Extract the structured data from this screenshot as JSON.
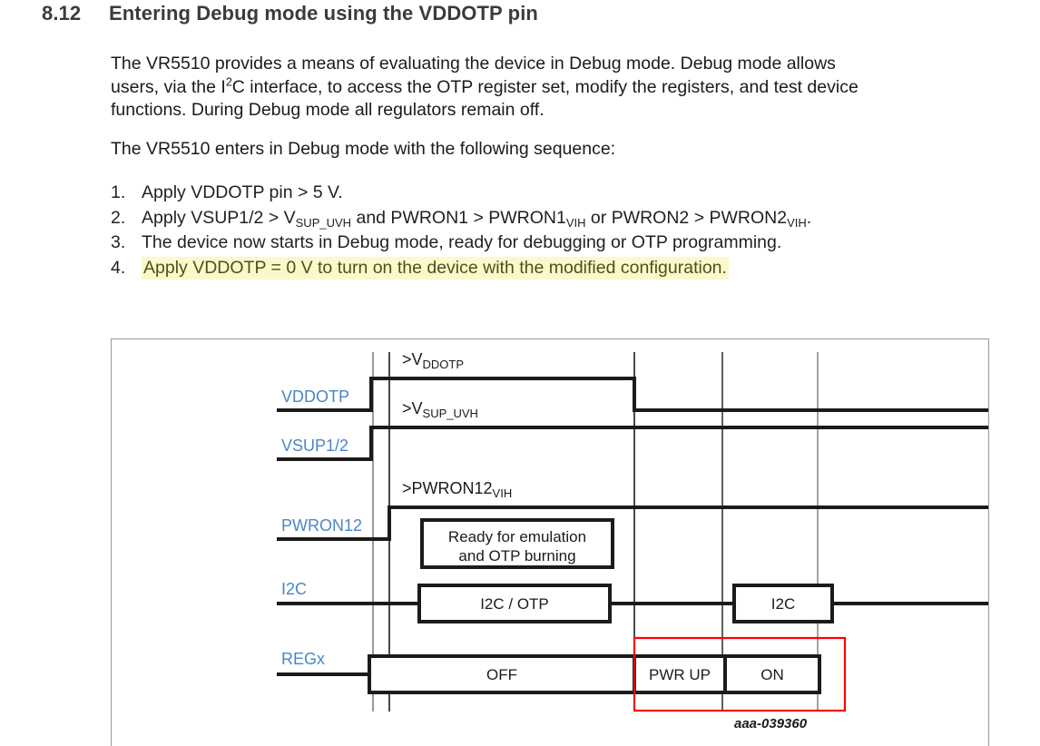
{
  "heading": {
    "number": "8.12",
    "title": "Entering Debug mode using the VDDOTP pin"
  },
  "paragraphs": {
    "p1_a": "The VR5510 provides a means of evaluating the device in Debug mode. Debug mode allows users, via the I",
    "p1_sup": "2",
    "p1_b": "C interface, to access the OTP register set, modify the registers, and test device functions. During Debug mode all regulators remain off.",
    "p2": "The VR5510 enters in Debug mode with the following sequence:"
  },
  "steps": [
    {
      "num": "1.",
      "text": "Apply VDDOTP pin > 5 V."
    },
    {
      "num": "2.",
      "text_a": "Apply VSUP1/2 > V",
      "sub_a": "SUP_UVH",
      "text_b": " and PWRON1 > PWRON1",
      "sub_b": "VIH",
      "text_c": " or PWRON2 > PWRON2",
      "sub_c": "VIH",
      "text_d": "."
    },
    {
      "num": "3.",
      "text": "The device now starts in Debug mode, ready for debugging or OTP programming."
    },
    {
      "num": "4.",
      "text": "Apply VDDOTP = 0 V to turn on the device with the modified configuration.",
      "highlighted": true
    }
  ],
  "figure": {
    "id_text": "aaa-039360",
    "signals": [
      {
        "name": "VDDOTP",
        "threshold_prefix": ">V",
        "threshold_sub": "DDOTP"
      },
      {
        "name": "VSUP1/2",
        "threshold_prefix": ">V",
        "threshold_sub": "SUP_UVH"
      },
      {
        "name": "PWRON12",
        "threshold_prefix": ">PWRON12",
        "threshold_sub": "VIH"
      },
      {
        "name": "I2C",
        "threshold_prefix": "",
        "threshold_sub": ""
      },
      {
        "name": "REGx",
        "threshold_prefix": "",
        "threshold_sub": ""
      }
    ],
    "boxes": [
      {
        "label": "Ready for emulation\nand OTP burning",
        "row": "PWRON12"
      },
      {
        "label": "I2C / OTP",
        "row": "I2C"
      },
      {
        "label": "I2C",
        "row": "I2C"
      },
      {
        "label": "OFF",
        "row": "REGx"
      },
      {
        "label": "PWR UP",
        "row": "REGx"
      },
      {
        "label": "ON",
        "row": "REGx"
      }
    ],
    "colors": {
      "signal_label": "#4a86c8",
      "waveform": "#1b1b1b",
      "highlight_box": "#ff0000",
      "gridline_gray": "#9a9a9a",
      "gridline_black": "#1b1b1b",
      "frame_border": "#9a9a9a"
    }
  }
}
